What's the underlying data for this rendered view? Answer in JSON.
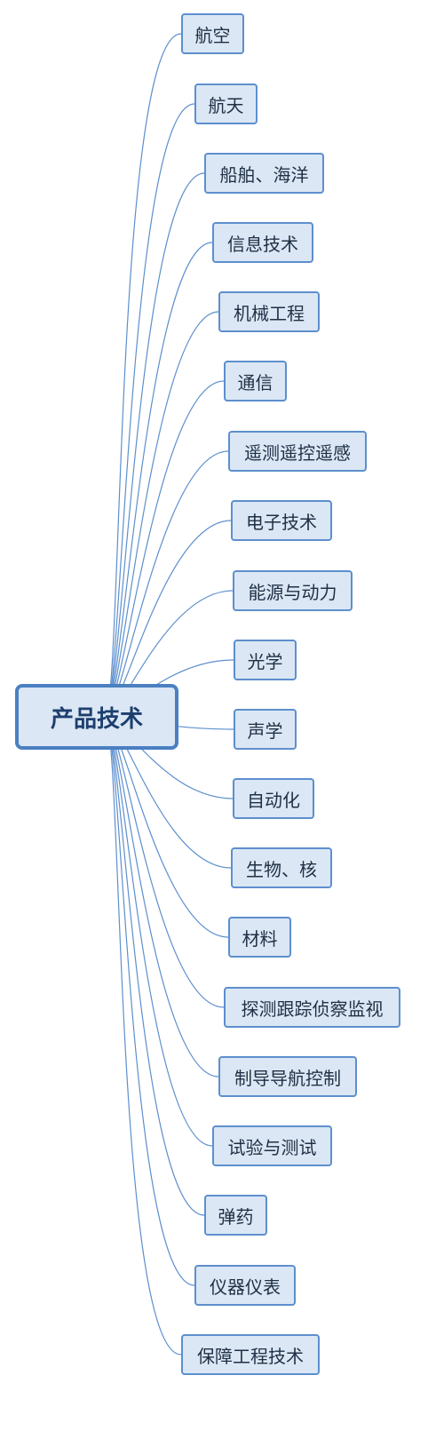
{
  "root": {
    "label": "产品技术"
  },
  "children": [
    {
      "label": "航空"
    },
    {
      "label": "航天"
    },
    {
      "label": "船舶、海洋"
    },
    {
      "label": "信息技术"
    },
    {
      "label": "机械工程"
    },
    {
      "label": "通信"
    },
    {
      "label": "遥测遥控遥感"
    },
    {
      "label": "电子技术"
    },
    {
      "label": "能源与动力"
    },
    {
      "label": "光学"
    },
    {
      "label": "声学"
    },
    {
      "label": "自动化"
    },
    {
      "label": "生物、核"
    },
    {
      "label": "材料"
    },
    {
      "label": "探测跟踪侦察监视"
    },
    {
      "label": "制导导航控制"
    },
    {
      "label": "试验与测试"
    },
    {
      "label": "弹药"
    },
    {
      "label": "仪器仪表"
    },
    {
      "label": "保障工程技术"
    }
  ],
  "colors": {
    "line": "#5d8fcd",
    "node_fill": "#dbe7f4",
    "root_border": "#4a80c2"
  }
}
